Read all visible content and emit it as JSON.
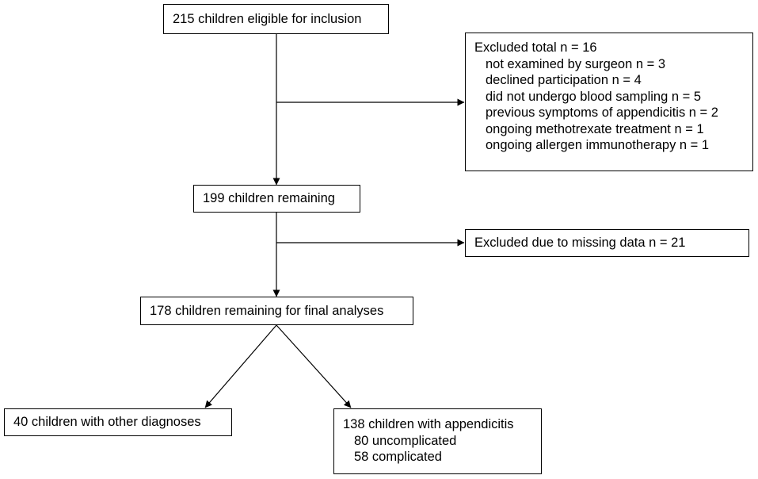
{
  "flowchart": {
    "eligible": "215 children eligible for inclusion",
    "excluded_first": {
      "header": "Excluded total n = 16",
      "reasons": [
        "not examined by surgeon n = 3",
        "declined participation n = 4",
        "did not undergo blood sampling n = 5",
        "previous symptoms of appendicitis n = 2",
        "ongoing methotrexate treatment n = 1",
        "ongoing allergen immunotherapy n = 1"
      ]
    },
    "remaining": "199 children remaining",
    "excluded_missing": "Excluded due to missing data n = 21",
    "final": "178 children remaining for final analyses",
    "other_diagnoses": "40 children with other diagnoses",
    "appendicitis": {
      "header": "138 children with appendicitis",
      "subgroups": [
        "80 uncomplicated",
        "58 complicated"
      ]
    }
  }
}
